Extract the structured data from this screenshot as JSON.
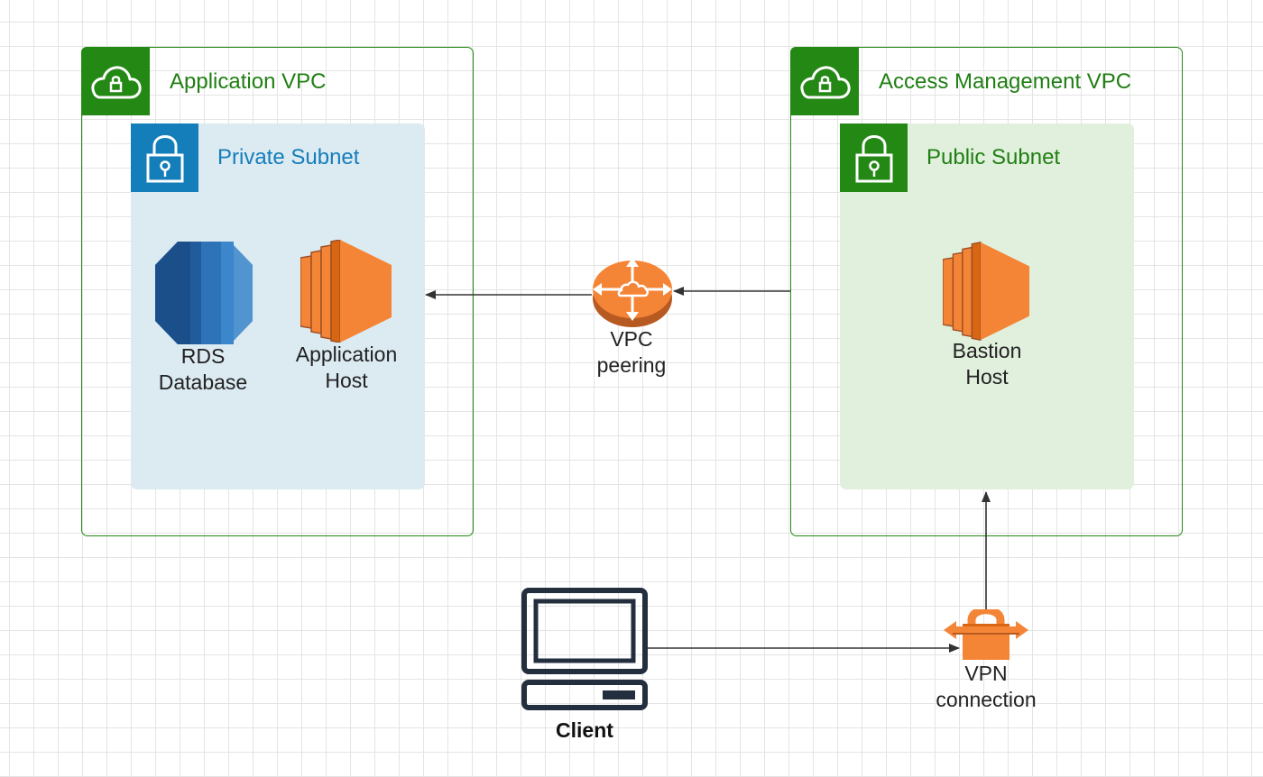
{
  "colors": {
    "vpc_green": "#248814",
    "private_subnet_blue": "#147EBA",
    "private_subnet_fill": "#DCEAF2",
    "public_subnet_fill": "#E1EFDD",
    "ec2_orange": "#F58536",
    "rds_blue": "#2E73B8",
    "client_dark": "#232F3E",
    "arrow": "#333333"
  },
  "application_vpc": {
    "title": "Application VPC",
    "icon": "cloud-lock-icon",
    "subnet": {
      "title": "Private Subnet",
      "icon": "padlock-icon"
    },
    "nodes": {
      "rds": {
        "line1": "RDS",
        "line2": "Database",
        "icon": "rds-database-icon"
      },
      "app_host": {
        "line1": "Application",
        "line2": "Host",
        "icon": "ec2-instance-icon"
      }
    }
  },
  "access_vpc": {
    "title": "Access Management VPC",
    "icon": "cloud-lock-icon",
    "subnet": {
      "title": "Public Subnet",
      "icon": "padlock-icon"
    },
    "nodes": {
      "bastion": {
        "line1": "Bastion",
        "line2": "Host",
        "icon": "ec2-instance-icon"
      }
    }
  },
  "peering": {
    "line1": "VPC",
    "line2": "peering",
    "icon": "vpc-peering-router-icon"
  },
  "vpn": {
    "line1": "VPN",
    "line2": "connection",
    "icon": "vpn-connection-icon"
  },
  "client": {
    "label": "Client",
    "icon": "client-computer-icon"
  }
}
